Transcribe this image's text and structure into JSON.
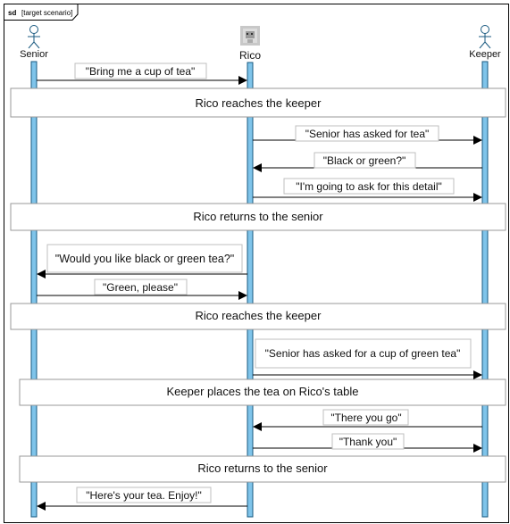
{
  "frame": {
    "keyword": "sd",
    "name": "[target scenario]"
  },
  "lifelines": {
    "senior": {
      "label": "Senior",
      "icon": "actor-stick-figure-icon"
    },
    "rico": {
      "label": "Rico",
      "icon": "robot-image-icon"
    },
    "keeper": {
      "label": "Keeper",
      "icon": "actor-stick-figure-icon"
    }
  },
  "messages": [
    {
      "from": "senior",
      "to": "rico",
      "text": "\"Bring me a cup of tea\""
    },
    {
      "from": "rico",
      "to": "keeper",
      "text": "\"Senior has asked for tea\""
    },
    {
      "from": "keeper",
      "to": "rico",
      "text": "\"Black or green?\""
    },
    {
      "from": "rico",
      "to": "keeper",
      "text": "\"I'm going to ask for this detail\""
    },
    {
      "from": "rico",
      "to": "senior",
      "text": "\"Would you like black or green tea?\""
    },
    {
      "from": "senior",
      "to": "rico",
      "text": "\"Green, please\""
    },
    {
      "from": "rico",
      "to": "keeper",
      "text": "\"Senior has asked for a cup of green tea\""
    },
    {
      "from": "keeper",
      "to": "rico",
      "text": "\"There you go\""
    },
    {
      "from": "rico",
      "to": "keeper",
      "text": "\"Thank you\""
    },
    {
      "from": "rico",
      "to": "senior",
      "text": "\"Here's your tea. Enjoy!\""
    }
  ],
  "notes": [
    "Rico reaches the keeper",
    "Rico returns to the senior",
    "Rico reaches the keeper",
    "Keeper places the tea on Rico's table",
    "Rico returns to the senior"
  ],
  "colors": {
    "lifeline_fill": "#7fc4ea",
    "lifeline_stroke": "#1a5a80",
    "line": "#000000",
    "note_border": "#9a9a9a"
  }
}
